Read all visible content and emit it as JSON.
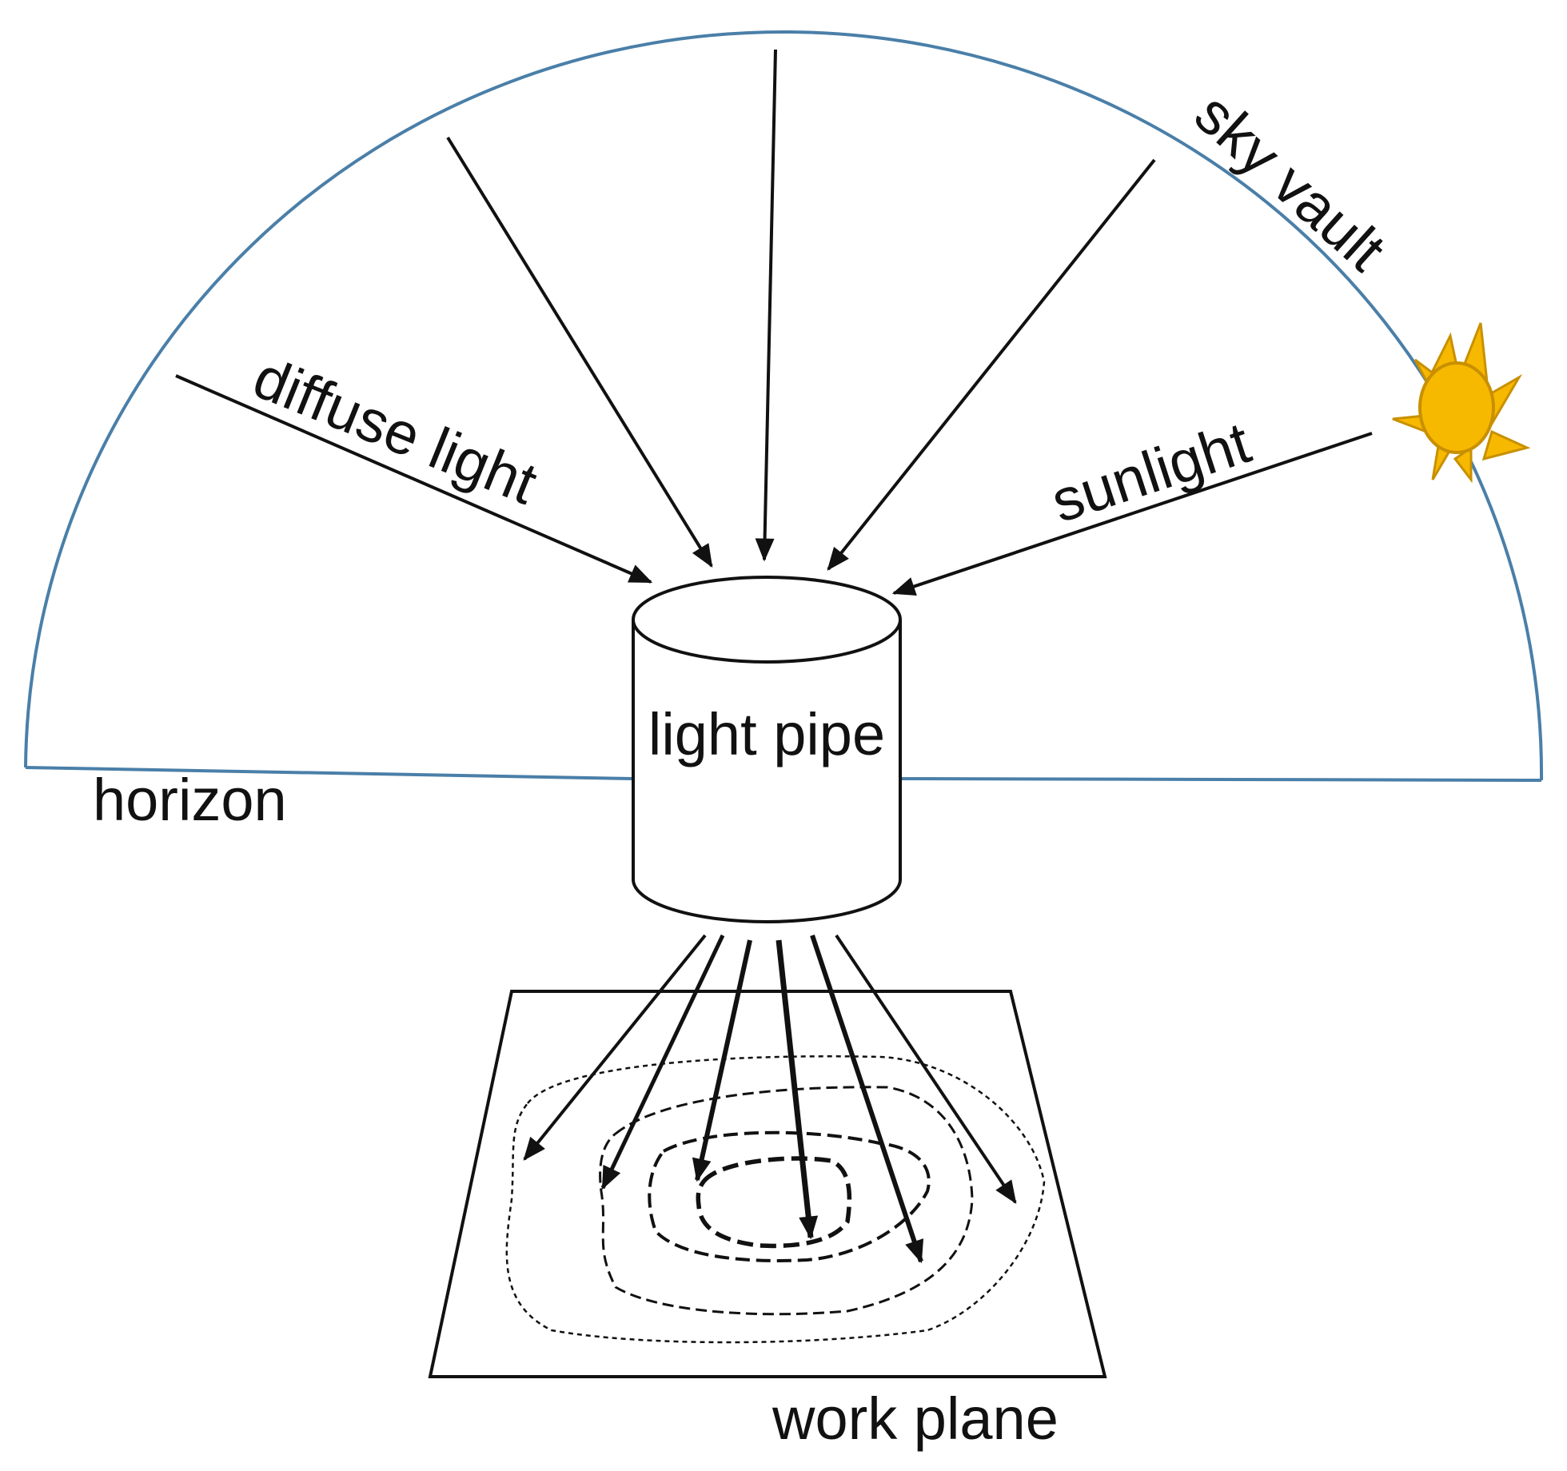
{
  "labels": {
    "sky_vault": "sky vault",
    "diffuse_light": "diffuse light",
    "sunlight": "sunlight",
    "light_pipe": "light pipe",
    "horizon": "horizon",
    "work_plane": "work plane"
  },
  "icons": {
    "sun": "sun-icon"
  },
  "colors": {
    "sky_vault_line": "#4a7fa8",
    "sun_fill": "#f7b800",
    "sun_stroke": "#c89000",
    "ray": "#111111"
  }
}
